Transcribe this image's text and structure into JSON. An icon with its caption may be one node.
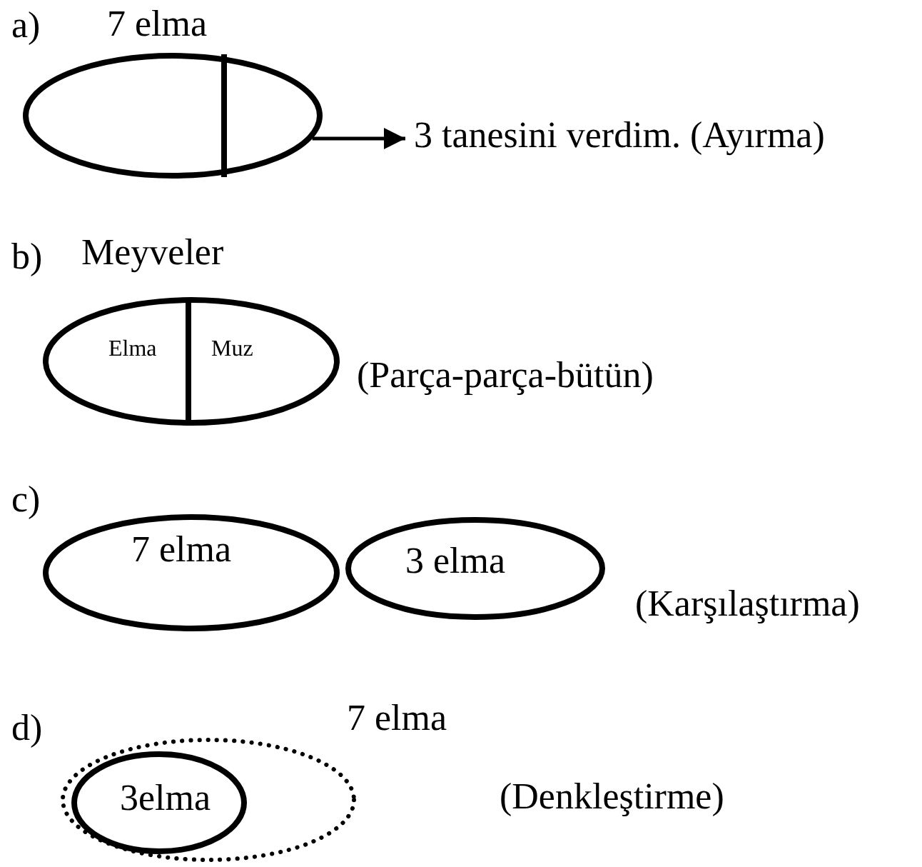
{
  "diagram": {
    "nodes": [
      {
        "text": [
          "7 elma"
        ]
      },
      {
        "text": [
          "3 tanesini verdim. (Ayırma)"
        ]
      },
      {
        "text": [
          "Meyveler"
        ]
      },
      {
        "text": [
          "Elma"
        ],
        "in": 2
      },
      {
        "text": [
          "Muz"
        ],
        "in": 2
      },
      {
        "text": [
          "7 elma"
        ]
      },
      {
        "text": [
          "3 elma"
        ]
      },
      {
        "text": [
          "7 elma"
        ]
      },
      {
        "text": [
          "3elma"
        ],
        "in": 7
      }
    ],
    "edges": [
      {
        "from": 0,
        "to": 1,
        "arrow": "to"
      }
    ],
    "labels": [
      "a)",
      "b)",
      "(Parça-parça-bütün)",
      "c)",
      "(Karşılaştırma)",
      "d)",
      "(Denkleştirme)"
    ]
  }
}
